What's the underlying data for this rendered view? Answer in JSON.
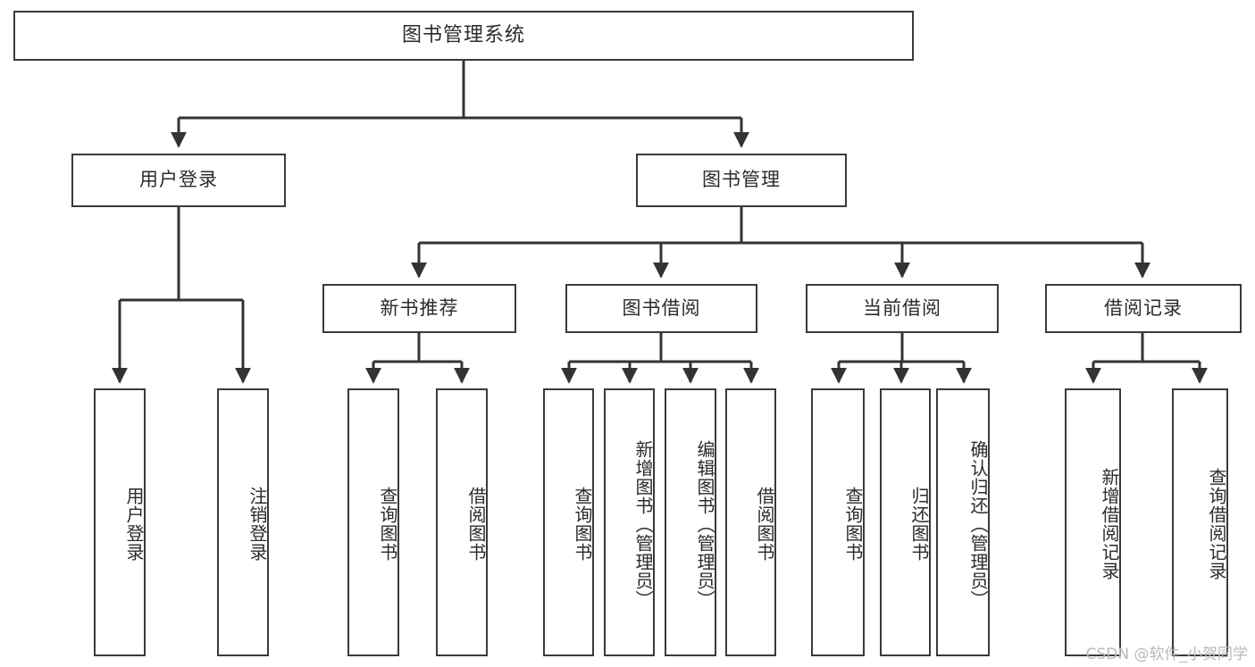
{
  "diagram": {
    "type": "tree-hierarchy",
    "title": "图书管理系统",
    "watermark": "CSDN @软件_小贺同学",
    "colors": {
      "box_border": "#3a3a3a",
      "box_fill": "#ffffff",
      "connector": "#333333",
      "text": "#2b2b2b",
      "watermark": "#b9b9b9"
    },
    "root": {
      "label": "图书管理系统"
    },
    "level1": [
      {
        "label": "用户登录"
      },
      {
        "label": "图书管理"
      }
    ],
    "level2": [
      {
        "label": "新书推荐"
      },
      {
        "label": "图书借阅"
      },
      {
        "label": "当前借阅"
      },
      {
        "label": "借阅记录"
      }
    ],
    "leaves": {
      "user_login": [
        {
          "label": "用户登录"
        },
        {
          "label": "注销登录"
        }
      ],
      "new_book": [
        {
          "label": "查询图书"
        },
        {
          "label": "借阅图书"
        }
      ],
      "book_borrow": [
        {
          "label": "查询图书"
        },
        {
          "label": "新增图书（管理员）"
        },
        {
          "label": "编辑图书（管理员）"
        },
        {
          "label": "借阅图书"
        }
      ],
      "current_borrow": [
        {
          "label": "查询图书"
        },
        {
          "label": "归还图书"
        },
        {
          "label": "确认归还（管理员）"
        }
      ],
      "borrow_record": [
        {
          "label": "新增借阅记录"
        },
        {
          "label": "查询借阅记录"
        }
      ]
    }
  }
}
